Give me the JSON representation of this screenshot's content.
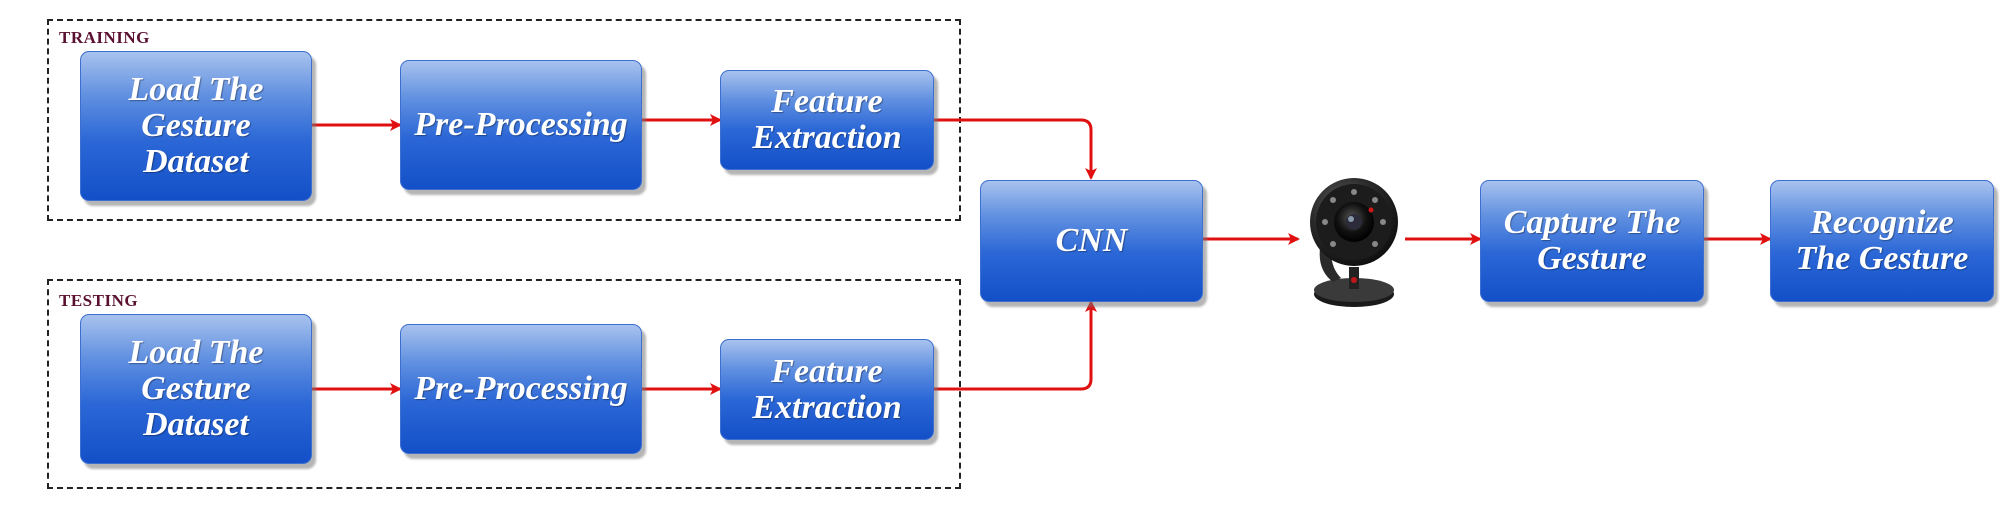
{
  "groups": {
    "training": {
      "label": "TRAINING"
    },
    "testing": {
      "label": "TESTING"
    }
  },
  "nodes": {
    "train_load": "Load The\nGesture\nDataset",
    "train_pre": "Pre-Processing",
    "train_feat": "Feature\nExtraction",
    "test_load": "Load The\nGesture\nDataset",
    "test_pre": "Pre-Processing",
    "test_feat": "Feature\nExtraction",
    "cnn": "CNN",
    "capture": "Capture The\nGesture",
    "recognize": "Recognize\nThe Gesture"
  },
  "colors": {
    "arrow": "#e01010",
    "box_top": "#a8c2ee",
    "box_bottom": "#1350c8",
    "group_label": "#5a1030"
  },
  "icons": {
    "camera": "webcam-icon"
  }
}
